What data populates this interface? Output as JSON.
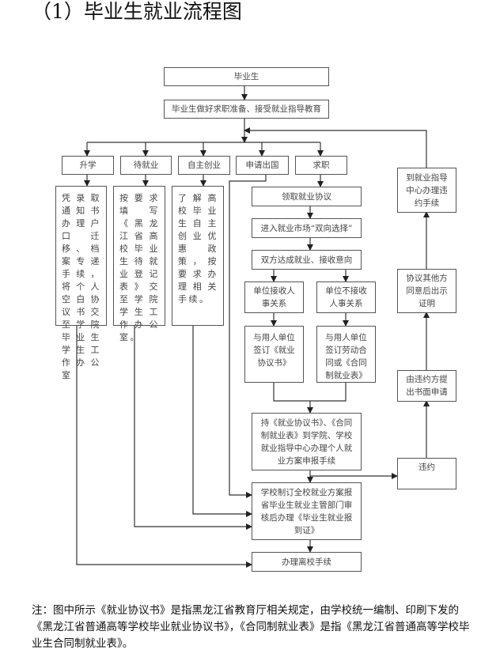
{
  "title": "（1）毕业生就业流程图",
  "flowchart": {
    "graduate": "毕业生",
    "prepare": "毕业生做好求职准备、接受就业指导教育",
    "branches": {
      "further_study": "升学",
      "awaiting": "待就业",
      "self_employment": "自主创业",
      "study_abroad": "申请出国",
      "job_seeking": "求职"
    },
    "details": {
      "further_study": "凭录取通知书办理户口迁移、档案专递手续，将个人空白协议书交至学院毕业生学生工作办公室",
      "awaiting": "按要求填写《黑龙江省高校毕业生待就业登记表》交至学院学生工作办公室。",
      "self_employment": "了解高校毕业生自主创业优惠政策，按要求办理相关手续。"
    },
    "job_steps": {
      "get_agreement": "领取就业协议",
      "enter_market": "进入就业市场“双向选择”",
      "mutual_intent": "双方达成就业、接收意向",
      "accept_hr": "单位接收人事关系",
      "not_accept_hr": "单位不接收人事关系",
      "sign_agreement": "与用人单位签订《就业协议书》",
      "sign_contract": "与用人单位签订劳动合同或《合同制就业表》",
      "submit_plan": "持《就业协议书》、《合同制就业表》到学院、学校就业指导中心办理个人就业方案申报手续",
      "school_plan": "学校制订全校就业方案报省毕业生就业主管部门审核后办理《毕业生就业报到证》",
      "leave_school": "办理离校手续"
    },
    "breach": {
      "breach": "违约",
      "written_request": "由违约方提出书面申请",
      "other_party_consent": "协议其他方同意后出示证明",
      "breach_procedure": "到就业指导中心办理违约手续"
    }
  },
  "note": "注：图中所示《就业协议书》是指黑龙江省教育厅相关规定，由学校统一编制、印刷下发的《黑龙江省普通高等学校毕业就业协议书》，《合同制就业表》是指《黑龙江省普通高等学校毕业生合同制就业表》。"
}
